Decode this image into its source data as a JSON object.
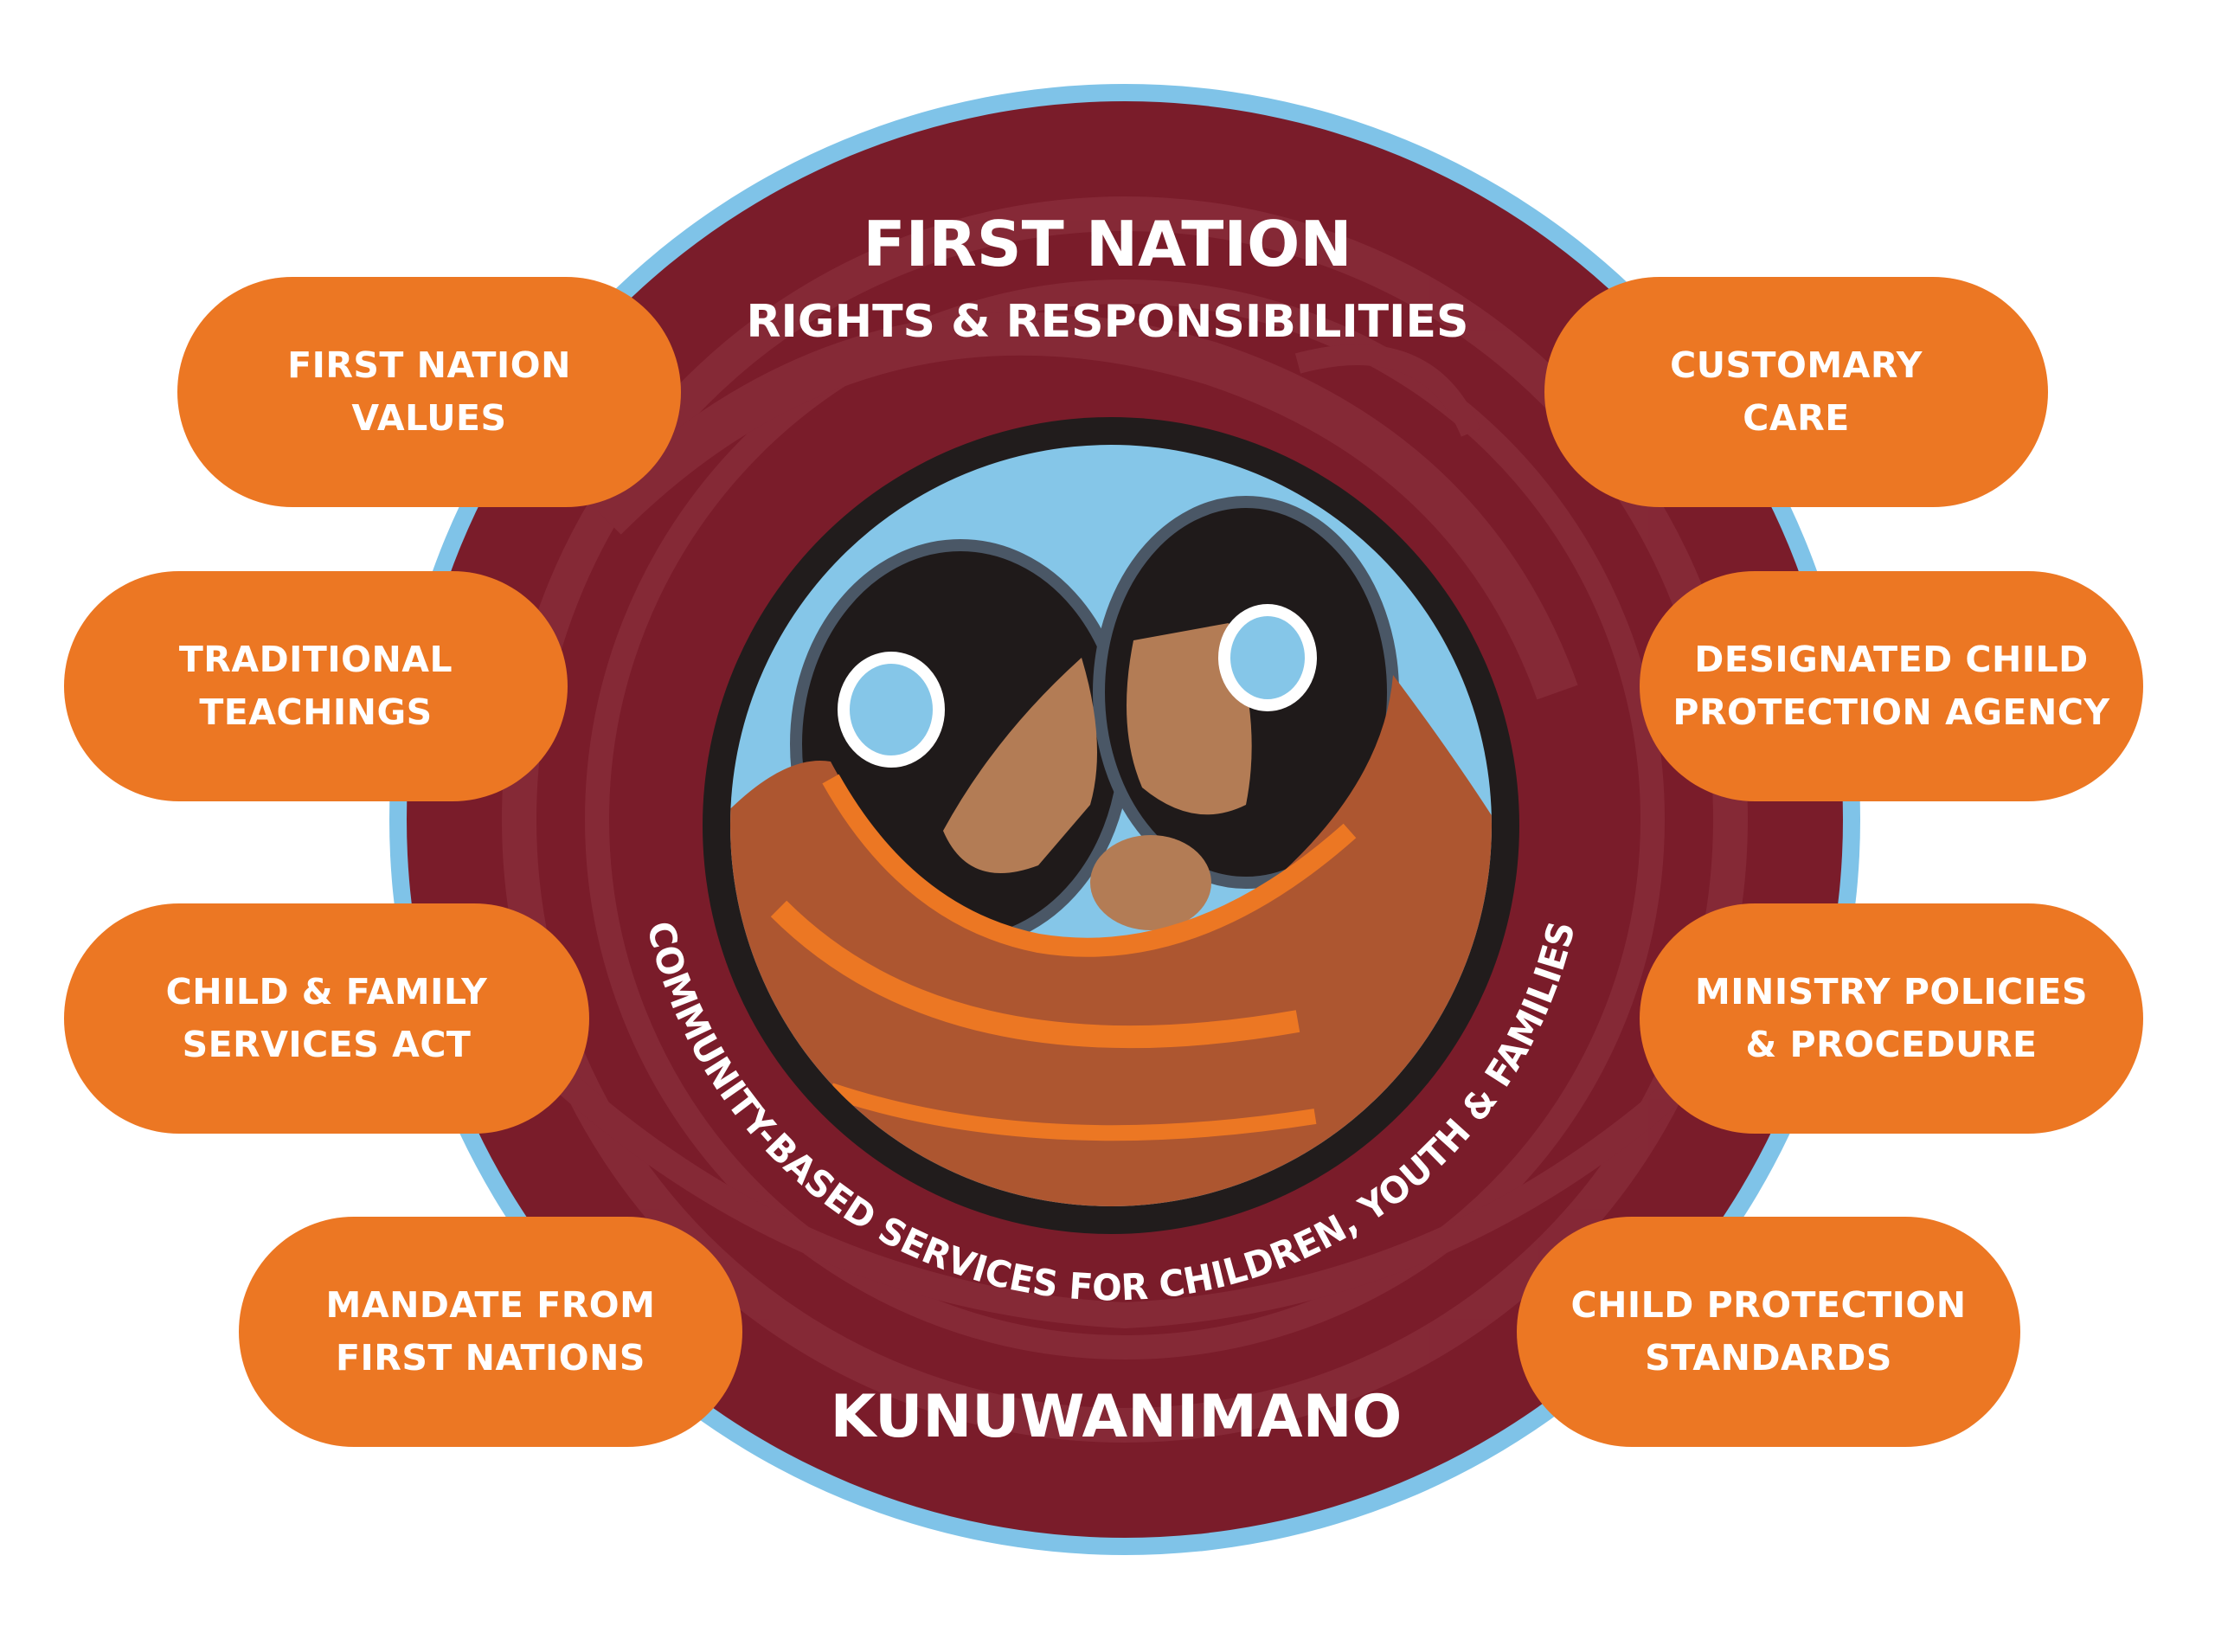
{
  "header": {
    "title": "FIRST NATION",
    "subtitle": "RIGHTS & RESPONSIBILITIES"
  },
  "arc_text": "COMMUNITY-BASED SERVICES FOR CHILDREN, YOUTH & FAMILIES",
  "footer_title": "KUNUWANIMANO",
  "left_items": [
    {
      "line1": "FIRST NATION",
      "line2": "VALUES"
    },
    {
      "line1": "TRADITIONAL",
      "line2": "TEACHINGS"
    },
    {
      "line1": "CHILD & FAMILY",
      "line2": "SERVICES ACT"
    },
    {
      "line1": "MANDATE FROM",
      "line2": "FIRST NATIONS"
    }
  ],
  "right_items": [
    {
      "line1": "CUSTOMARY",
      "line2": "CARE"
    },
    {
      "line1": "DESIGNATED CHILD",
      "line2": "PROTECTION AGENCY"
    },
    {
      "line1": "MINISTRY POLICIES",
      "line2": "& PROCEDURE"
    },
    {
      "line1": "CHILD PROTECTION",
      "line2": "STANDARDS"
    }
  ],
  "colors": {
    "orange": "#ec7723",
    "maroon": "#7a1c2a",
    "ring_blue": "#7fc3e8",
    "sky": "#85c6e8"
  }
}
